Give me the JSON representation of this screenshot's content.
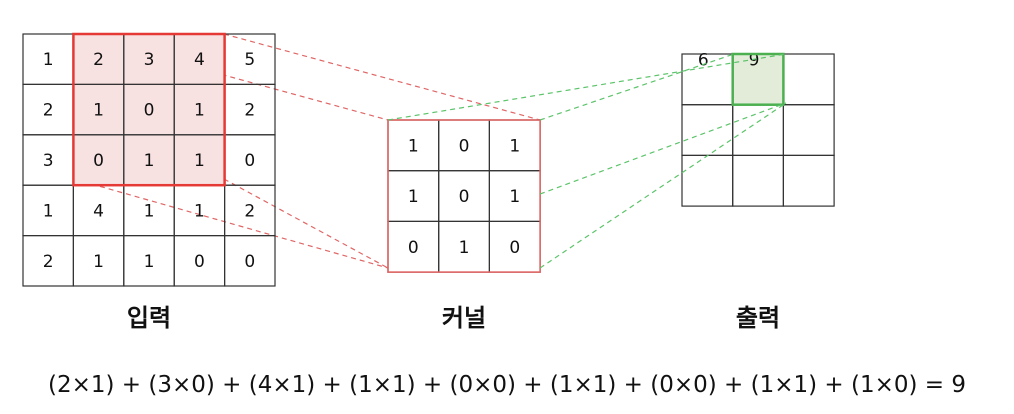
{
  "input": {
    "label": "입력",
    "grid": [
      [
        "1",
        "2",
        "3",
        "4",
        "5"
      ],
      [
        "2",
        "1",
        "0",
        "1",
        "2"
      ],
      [
        "3",
        "0",
        "1",
        "1",
        "0"
      ],
      [
        "1",
        "4",
        "1",
        "1",
        "2"
      ],
      [
        "2",
        "1",
        "1",
        "0",
        "0"
      ]
    ]
  },
  "kernel": {
    "label": "커널",
    "grid": [
      [
        "1",
        "0",
        "1"
      ],
      [
        "1",
        "0",
        "1"
      ],
      [
        "0",
        "1",
        "0"
      ]
    ]
  },
  "output": {
    "label": "출력",
    "grid": [
      [
        "6",
        "9",
        ""
      ],
      [
        "",
        "",
        ""
      ],
      [
        "",
        "",
        ""
      ]
    ]
  },
  "formula": "(2×1) + (3×0) + (4×1) + (1×1) + (0×0) + (1×1) + (0×0) + (1×1) + (1×0) = 9",
  "colors": {
    "receptive_field_border": "#e53935",
    "receptive_field_fill": "#f8e1e1",
    "kernel_border": "#e06666",
    "active_output_border": "#4caf50",
    "active_output_fill": "#e2ecd9",
    "red_guide": "#e06666",
    "green_guide": "#5cc46a",
    "grid_line": "#333333"
  }
}
